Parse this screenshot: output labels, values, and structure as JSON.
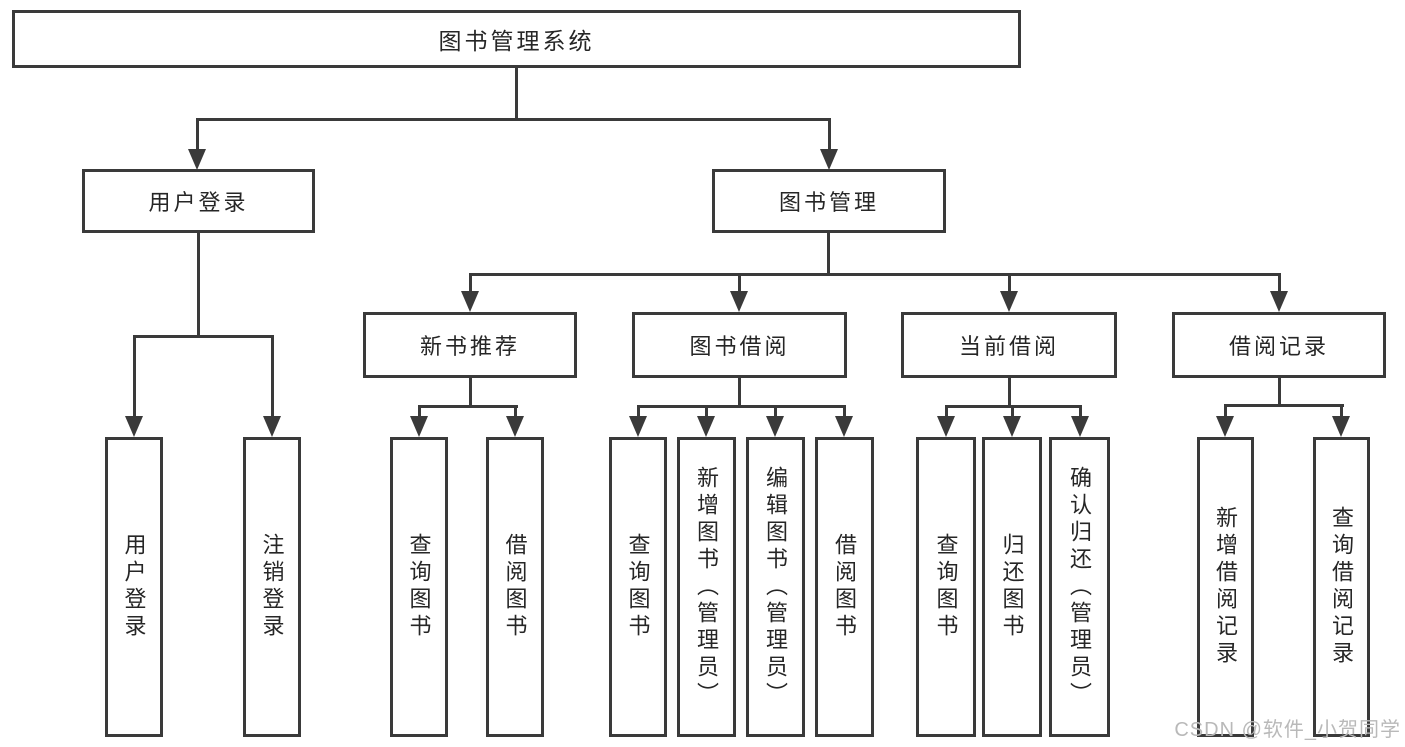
{
  "colors": {
    "background": "#ffffff",
    "line": "#3a3a3a",
    "text": "#262626",
    "watermark": "#b9b9b9"
  },
  "tree": {
    "root": {
      "label": "图书管理系统"
    },
    "branches": [
      {
        "label": "用户登录",
        "children": [
          {
            "label": "用户登录"
          },
          {
            "label": "注销登录"
          }
        ]
      },
      {
        "label": "图书管理",
        "children": [
          {
            "label": "新书推荐",
            "children": [
              {
                "label": "查询图书"
              },
              {
                "label": "借阅图书"
              }
            ]
          },
          {
            "label": "图书借阅",
            "children": [
              {
                "label": "查询图书"
              },
              {
                "label": "新增图书（管理员）"
              },
              {
                "label": "编辑图书（管理员）"
              },
              {
                "label": "借阅图书"
              }
            ]
          },
          {
            "label": "当前借阅",
            "children": [
              {
                "label": "查询图书"
              },
              {
                "label": "归还图书"
              },
              {
                "label": "确认归还（管理员）"
              }
            ]
          },
          {
            "label": "借阅记录",
            "children": [
              {
                "label": "新增借阅记录"
              },
              {
                "label": "查询借阅记录"
              }
            ]
          }
        ]
      }
    ]
  },
  "watermark": {
    "text": "CSDN @软件_小贺同学"
  }
}
